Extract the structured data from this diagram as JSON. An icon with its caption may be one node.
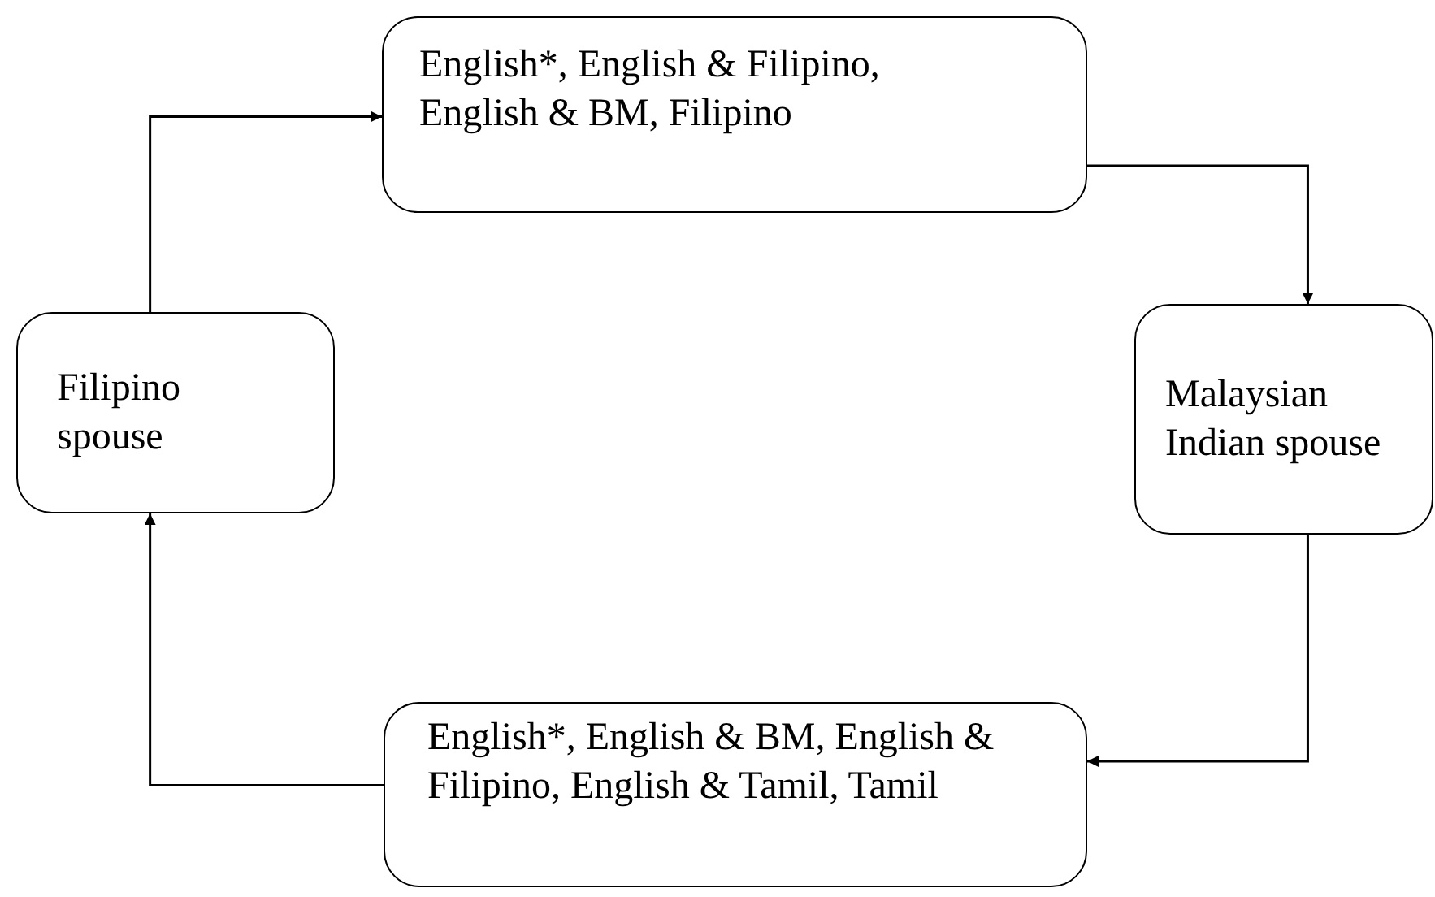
{
  "diagram": {
    "nodes": [
      {
        "text": [
          "English*, English & Filipino, English & BM, Filipino"
        ]
      },
      {
        "text": [
          "Malaysian Indian spouse"
        ]
      },
      {
        "text": [
          "English*, English & BM, English & Filipino, English & Tamil, Tamil"
        ]
      },
      {
        "text": [
          "Filipino spouse"
        ]
      }
    ],
    "edges": [
      {
        "from": 3,
        "to": 0,
        "arrow": "to"
      },
      {
        "from": 0,
        "to": 1,
        "arrow": "to"
      },
      {
        "from": 1,
        "to": 2,
        "arrow": "to"
      },
      {
        "from": 2,
        "to": 3,
        "arrow": "to"
      }
    ]
  }
}
